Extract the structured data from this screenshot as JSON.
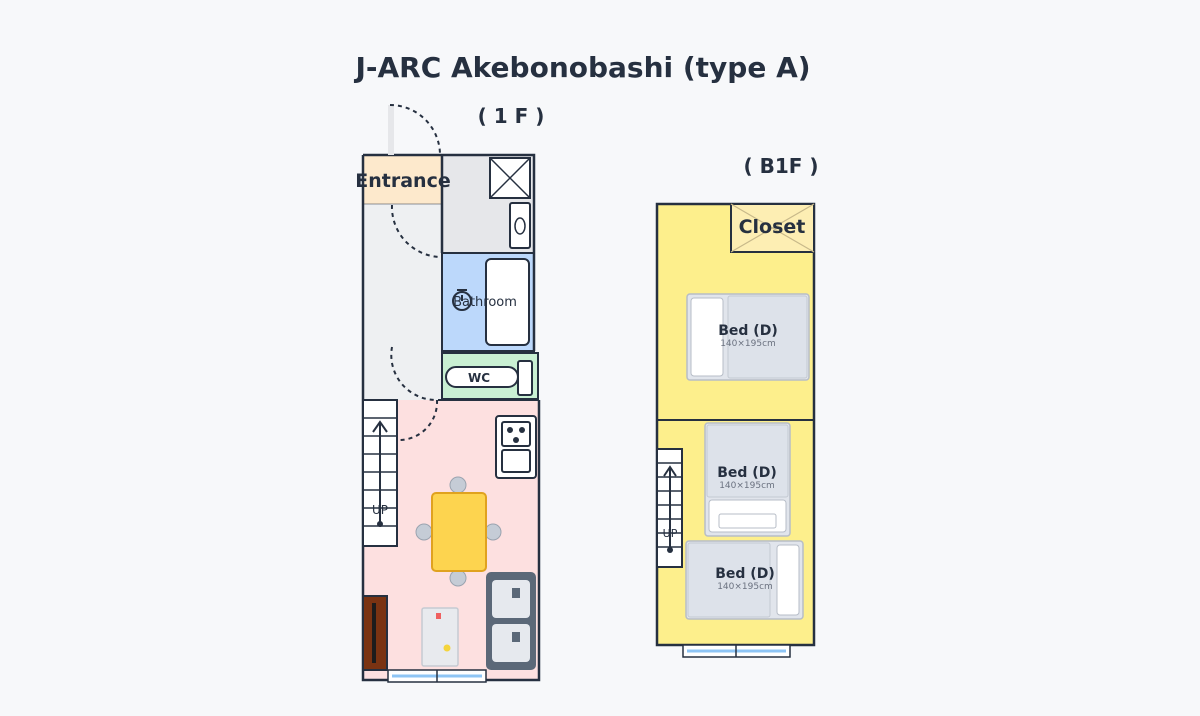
{
  "title": "J-ARC Akebonobashi (type A)",
  "floors": {
    "first": {
      "label": "( 1 F )",
      "rooms": {
        "entrance": "Entrance",
        "bathroom": "Bathroom",
        "wc": "WC"
      },
      "stairs_label": "UP"
    },
    "basement": {
      "label": "( B1F )",
      "rooms": {
        "closet": "Closet"
      },
      "stairs_label": "UP",
      "beds": [
        {
          "label": "Bed (D)",
          "size": "140×195cm"
        },
        {
          "label": "Bed (D)",
          "size": "140×195cm"
        },
        {
          "label": "Bed (D)",
          "size": "140×195cm"
        }
      ]
    }
  },
  "colors": {
    "background": "#f7f8fa",
    "wall": "#263040",
    "entrance": "#fde9cc",
    "hall": "#eef0f2",
    "utility": "#e6e7ea",
    "bathroom": "#bcd8fb",
    "wc": "#c9f0d3",
    "living": "#fde0e0",
    "basement": "#fdef8c",
    "table": "#fdd44f",
    "bed": "#e1e5ec"
  }
}
